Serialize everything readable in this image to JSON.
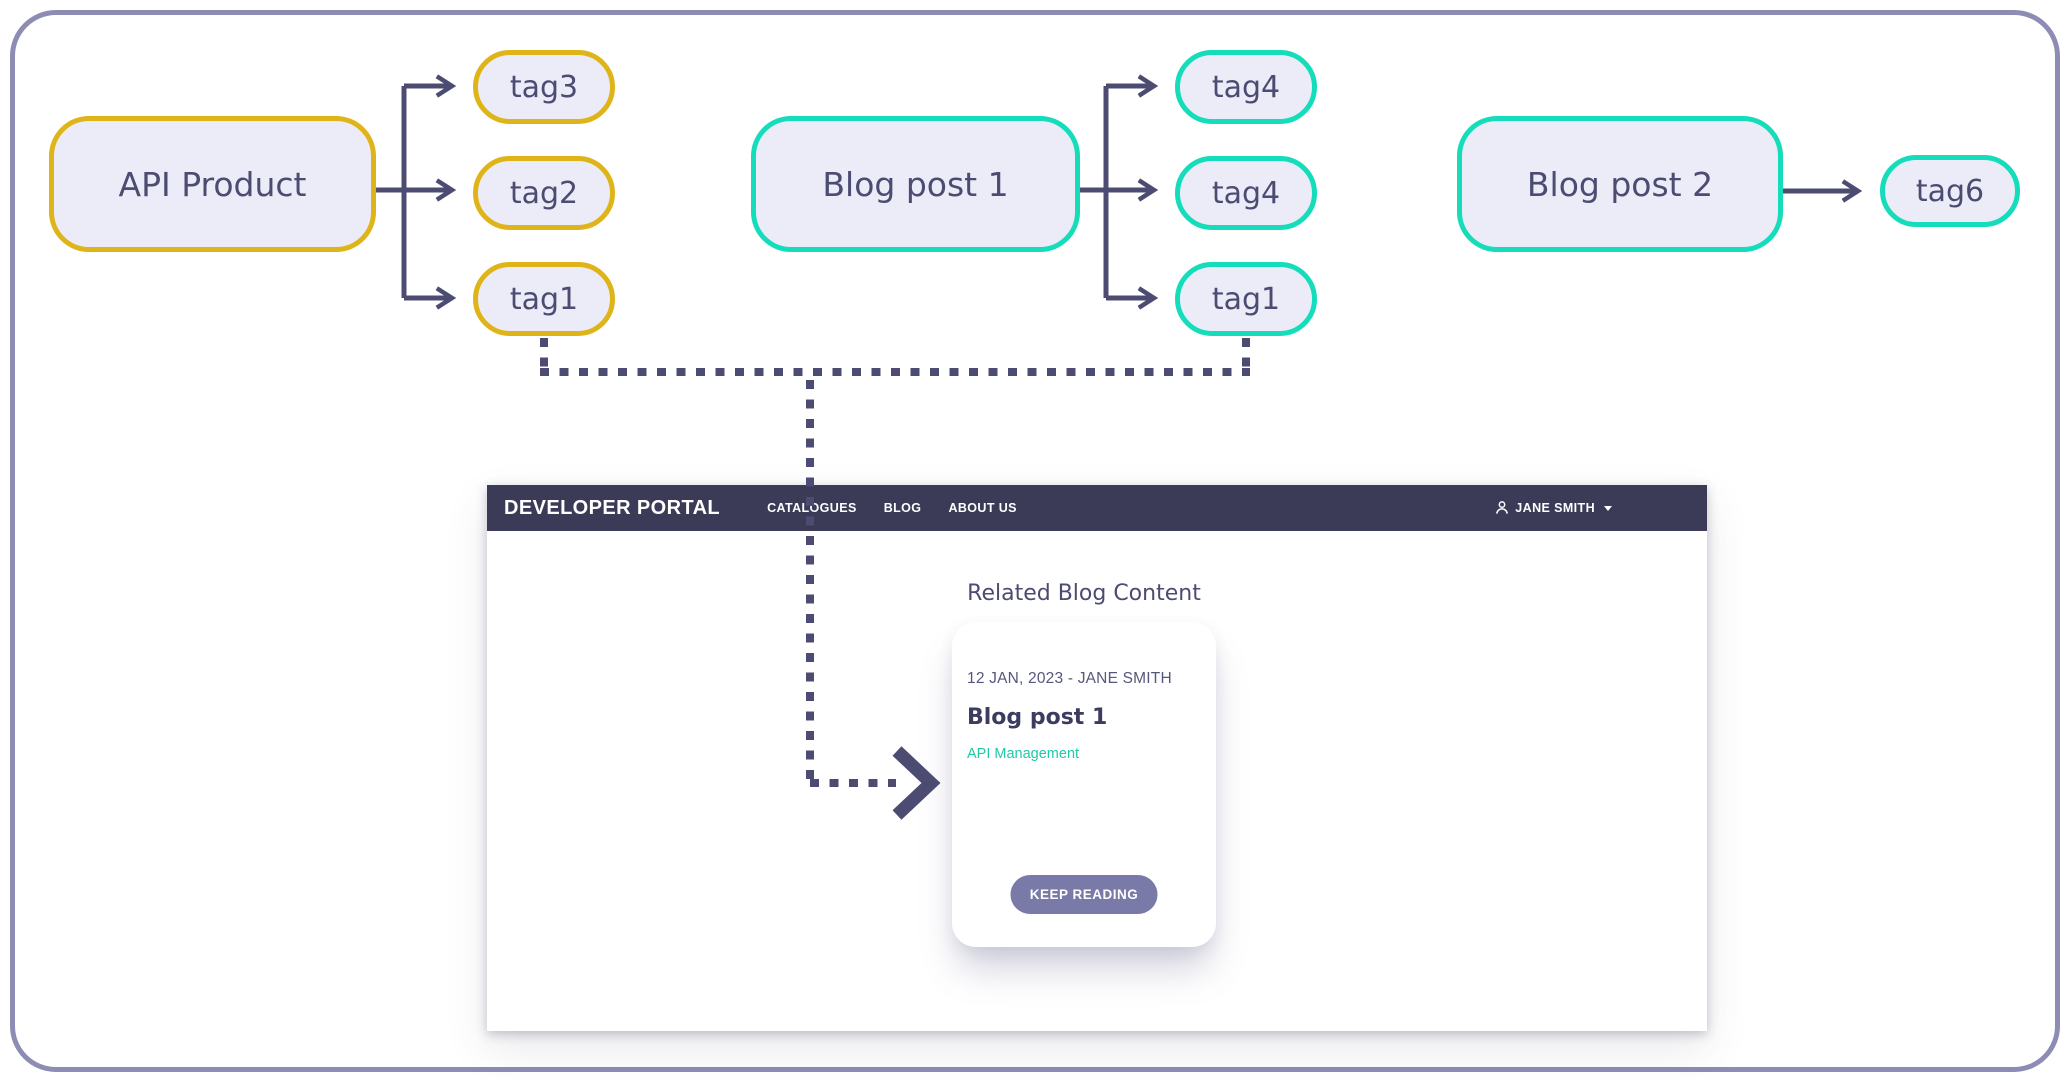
{
  "colors": {
    "frame_border": "#8c8cb4",
    "node_fill": "#ececf8",
    "ink": "#4c4c72",
    "accent_yellow": "#dfb418",
    "accent_teal": "#15dcba",
    "navbar_bg": "#3b3b57",
    "button_bg": "#7a7aa9",
    "link_teal": "#1fcaa6"
  },
  "diagram": {
    "nodes": [
      {
        "label": "API Product",
        "accent": "yellow"
      },
      {
        "label": "Blog post 1",
        "accent": "teal"
      },
      {
        "label": "Blog post 2",
        "accent": "teal"
      }
    ],
    "api_product_tags": [
      "tag3",
      "tag2",
      "tag1"
    ],
    "blog_post_1_tags": [
      "tag4",
      "tag4",
      "tag1"
    ],
    "blog_post_2_tags": [
      "tag6"
    ]
  },
  "portal": {
    "brand": "DEVELOPER PORTAL",
    "nav": [
      "CATALOGUES",
      "BLOG",
      "ABOUT US"
    ],
    "user_name": "JANE SMITH",
    "section_heading": "Related Blog Content",
    "card": {
      "meta": "12 JAN, 2023 - JANE SMITH",
      "title": "Blog post 1",
      "category": "API Management",
      "cta": "KEEP READING"
    }
  }
}
